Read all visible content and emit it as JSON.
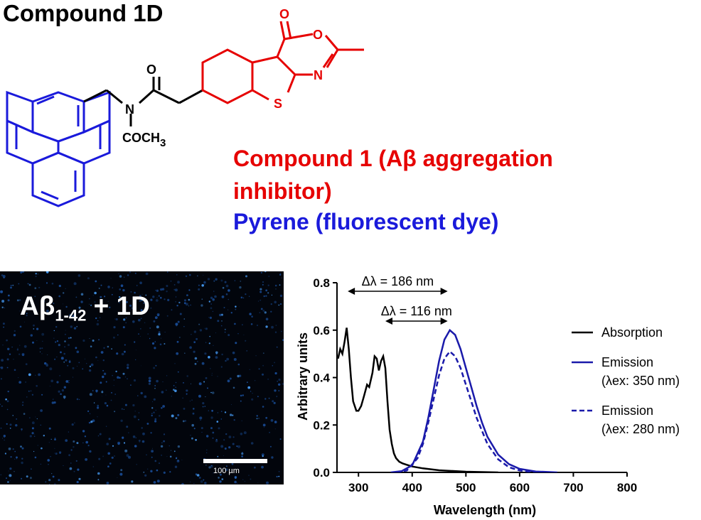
{
  "title": "Compound 1D",
  "structure": {
    "oxygen": "O",
    "nitrogen": "N",
    "sulfur": "S",
    "acetyl": "COCH",
    "acetyl_sub": "3",
    "colors": {
      "inhibitor": "#e60000",
      "dye": "#1a1adb",
      "linker": "#000000"
    }
  },
  "caption_red": "Compound 1 (Aβ aggregation inhibitor)",
  "caption_blue": "Pyrene (fluorescent dye)",
  "micrograph": {
    "label_main": "Aβ",
    "label_sub": "1-42",
    "label_rest": " + 1D",
    "scale_label": "100 µm"
  },
  "chart_data": {
    "type": "line",
    "xlabel": "Wavelength  (nm)",
    "ylabel": "Arbitrary units",
    "xlim": [
      260,
      800
    ],
    "ylim": [
      0,
      0.8
    ],
    "xticks": [
      "300",
      "400",
      "500",
      "600",
      "700",
      "800"
    ],
    "yticks": [
      "0.0",
      "0.2",
      "0.4",
      "0.6",
      "0.8"
    ],
    "grid": false,
    "legend_position": "right",
    "series": [
      {
        "name": "Absorption",
        "color": "#000000",
        "dash": false,
        "x": [
          262,
          266,
          270,
          274,
          278,
          282,
          286,
          290,
          296,
          300,
          305,
          310,
          316,
          320,
          326,
          330,
          334,
          338,
          342,
          346,
          350,
          354,
          358,
          362,
          366,
          370,
          376,
          382,
          390,
          400,
          420,
          450,
          500,
          560
        ],
        "y": [
          0.48,
          0.52,
          0.5,
          0.55,
          0.61,
          0.52,
          0.4,
          0.3,
          0.26,
          0.26,
          0.28,
          0.32,
          0.37,
          0.36,
          0.42,
          0.49,
          0.48,
          0.43,
          0.47,
          0.49,
          0.44,
          0.3,
          0.18,
          0.12,
          0.08,
          0.06,
          0.045,
          0.038,
          0.032,
          0.025,
          0.017,
          0.009,
          0.003,
          0.0
        ]
      },
      {
        "name": "Emission\n(λex: 350 nm)",
        "color": "#1a1aaa",
        "dash": false,
        "x": [
          360,
          380,
          400,
          420,
          430,
          440,
          450,
          460,
          470,
          480,
          490,
          500,
          510,
          520,
          530,
          540,
          560,
          580,
          600,
          630,
          670
        ],
        "y": [
          0.0,
          0.005,
          0.03,
          0.13,
          0.23,
          0.35,
          0.47,
          0.56,
          0.6,
          0.58,
          0.52,
          0.44,
          0.36,
          0.28,
          0.21,
          0.15,
          0.075,
          0.035,
          0.015,
          0.004,
          0.0
        ]
      },
      {
        "name": "Emission\n(λex: 280 nm)",
        "color": "#1a1aaa",
        "dash": true,
        "x": [
          370,
          390,
          410,
          420,
          430,
          440,
          450,
          460,
          470,
          480,
          490,
          500,
          510,
          520,
          540,
          560,
          580,
          600,
          630
        ],
        "y": [
          0.0,
          0.008,
          0.06,
          0.12,
          0.21,
          0.31,
          0.41,
          0.48,
          0.51,
          0.49,
          0.44,
          0.37,
          0.3,
          0.23,
          0.12,
          0.055,
          0.022,
          0.008,
          0.0
        ]
      }
    ],
    "annotations": [
      {
        "text": "Δλ  =  186 nm",
        "x_from": 280,
        "x_to": 466
      },
      {
        "text": "Δλ  =  116 nm",
        "x_from": 350,
        "x_to": 466
      }
    ]
  }
}
